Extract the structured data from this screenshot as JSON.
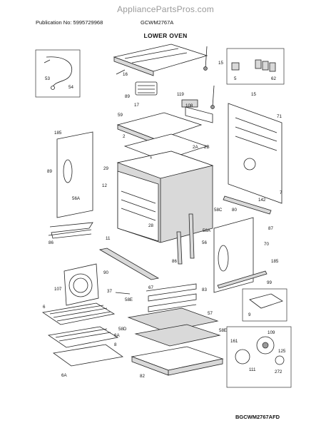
{
  "watermark": "AppliancePartsPros.com",
  "header": {
    "publication": "Publication No: 5995729968",
    "model": "GCWM2767A",
    "title": "LOWER OVEN"
  },
  "diagram_code": "BGCWM2767AFD",
  "part_labels": {
    "p53": "53",
    "p54": "54",
    "p16": "16",
    "p15a": "15",
    "p15b": "15",
    "p5": "5",
    "p62": "62",
    "p89a": "89",
    "p17": "17",
    "p119": "119",
    "p108": "108",
    "p59": "59",
    "p71": "71",
    "p185a": "185",
    "p2": "2",
    "p2a": "2A",
    "p2b": "2B",
    "p1": "1",
    "p29": "29",
    "p89b": "89",
    "p12": "12",
    "p56a": "56A",
    "p142": "142",
    "p7": "7",
    "p80": "80",
    "p58c": "58C",
    "p87": "87",
    "p11": "11",
    "p28": "28",
    "p86a": "86",
    "p58a": "58A",
    "p56": "56",
    "p70": "70",
    "p90": "90",
    "p86b": "86",
    "p185b": "185",
    "p107": "107",
    "p99": "99",
    "p37": "37",
    "p67": "67",
    "p83": "83",
    "p58e": "58E",
    "p9": "9",
    "p6a": "6A",
    "p57": "57",
    "p58d": "58D",
    "p58e2": "58E",
    "p6b": "6",
    "p8": "8",
    "p109": "109",
    "p161": "161",
    "p125": "125",
    "p111": "111",
    "p272": "272",
    "p6c": "6A",
    "p82": "82"
  }
}
